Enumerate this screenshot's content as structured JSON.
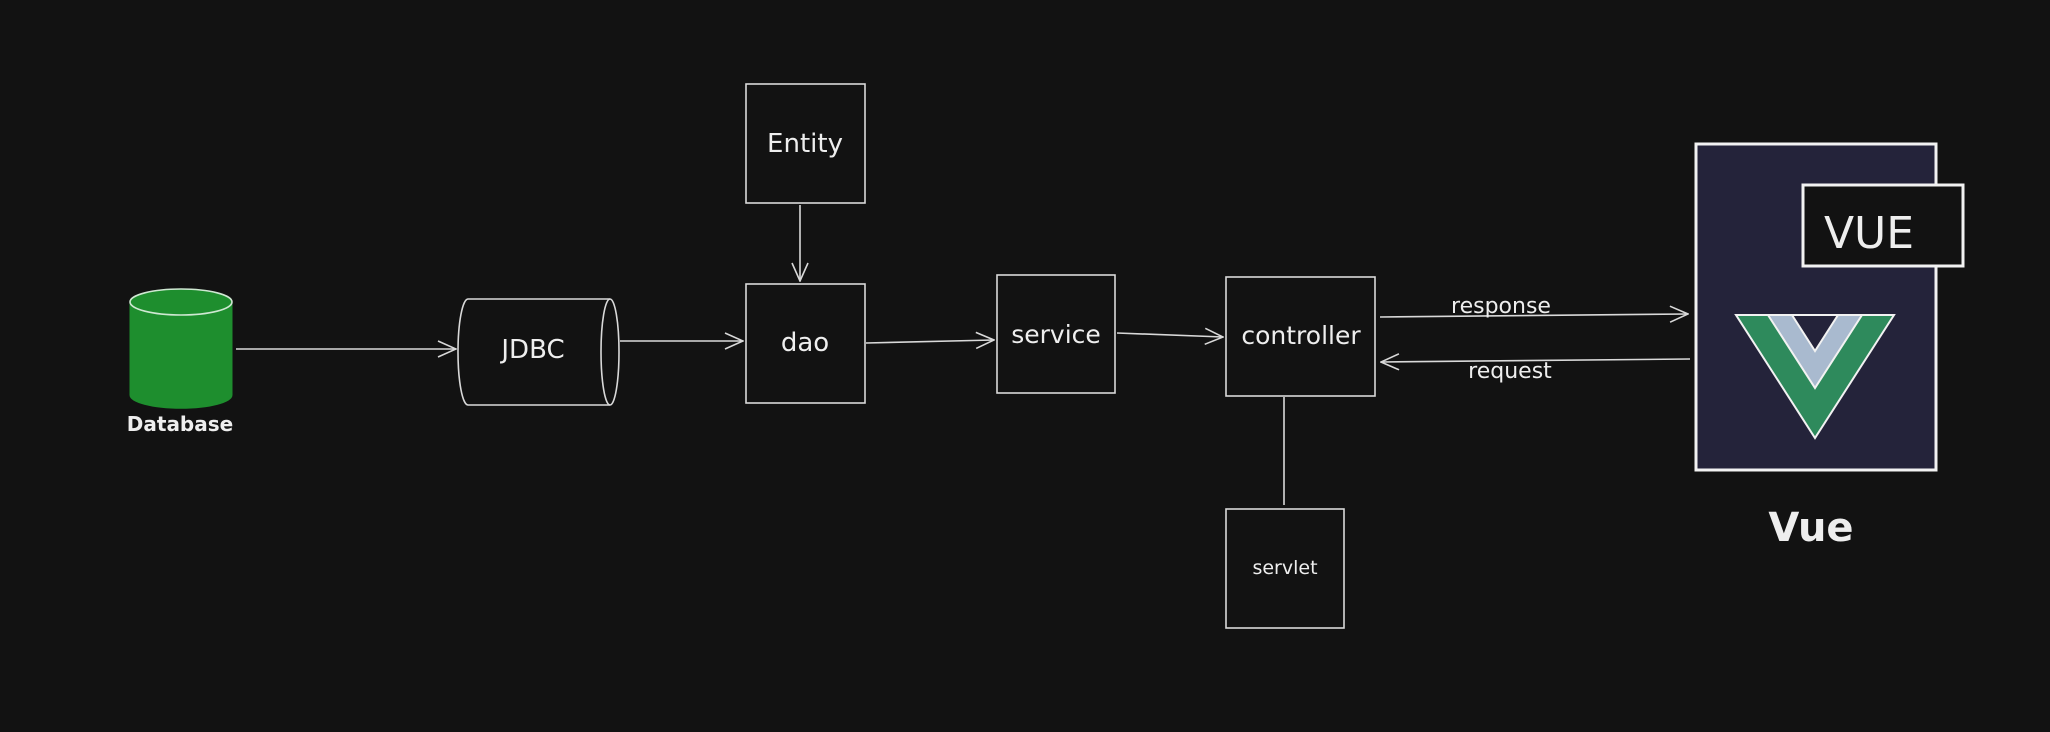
{
  "diagram": {
    "background": "#121212",
    "stroke_color": "#d9d9d9",
    "nodes": {
      "database": {
        "label": "Database",
        "fill": "#1e8e2e"
      },
      "jdbc": {
        "label": "JDBC"
      },
      "entity": {
        "label": "Entity"
      },
      "dao": {
        "label": "dao"
      },
      "service": {
        "label": "service"
      },
      "controller": {
        "label": "controller"
      },
      "servlet": {
        "label": "servlet"
      },
      "vue_panel": {
        "badge": "VUE",
        "caption": "Vue",
        "fill": "#24233a"
      }
    },
    "edges": {
      "response": "response",
      "request": "request"
    },
    "vue_logo": {
      "outer_color": "#2e8a5c",
      "inner_color": "#a9bacf",
      "icon": "vue-logo-icon"
    }
  }
}
